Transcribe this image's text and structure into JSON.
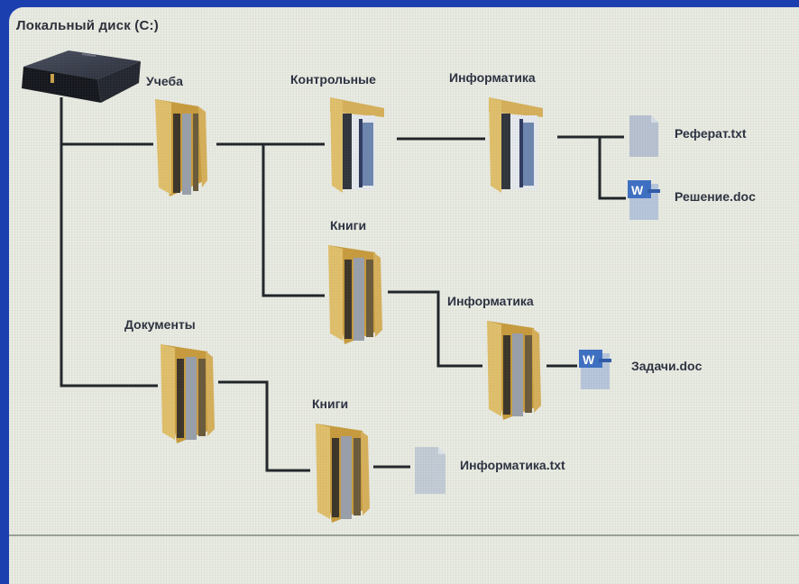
{
  "title": "Локальный диск (C:)",
  "root": {
    "name": "Локальный диск (C:)",
    "icon": "hard-drive-icon"
  },
  "nodes": {
    "ucheba": {
      "label": "Учеба",
      "icon": "folder-icon"
    },
    "kontrolnye": {
      "label": "Контрольные",
      "icon": "folder-icon"
    },
    "informatika1": {
      "label": "Информатика",
      "icon": "folder-icon"
    },
    "referat": {
      "label": "Реферат.txt",
      "icon": "text-file-icon"
    },
    "reshenie": {
      "label": "Решение.doc",
      "icon": "word-file-icon"
    },
    "knigi1": {
      "label": "Книги",
      "icon": "folder-icon"
    },
    "informatika2": {
      "label": "Информатика",
      "icon": "folder-icon"
    },
    "zadachi": {
      "label": "Задачи.doc",
      "icon": "word-file-icon"
    },
    "dokumenty": {
      "label": "Документы",
      "icon": "folder-icon"
    },
    "knigi2": {
      "label": "Книги",
      "icon": "folder-icon"
    },
    "informatika_txt": {
      "label": "Информатика.txt",
      "icon": "text-file-icon"
    }
  },
  "tree": [
    {
      "name": "Учеба",
      "children": [
        {
          "name": "Контрольные",
          "children": [
            {
              "name": "Информатика",
              "children": [
                {
                  "name": "Реферат.txt"
                },
                {
                  "name": "Решение.doc"
                }
              ]
            }
          ]
        },
        {
          "name": "Книги",
          "children": [
            {
              "name": "Информатика",
              "children": [
                {
                  "name": "Задачи.doc"
                }
              ]
            }
          ]
        }
      ]
    },
    {
      "name": "Документы",
      "children": [
        {
          "name": "Книги",
          "children": [
            {
              "name": "Информатика.txt"
            }
          ]
        }
      ]
    }
  ],
  "colors": {
    "background_frame": "#1c3fb0",
    "panel": "#e9ebe2",
    "connector": "#1e2328",
    "folder": "#d8b35a",
    "text": "#2b3040"
  }
}
